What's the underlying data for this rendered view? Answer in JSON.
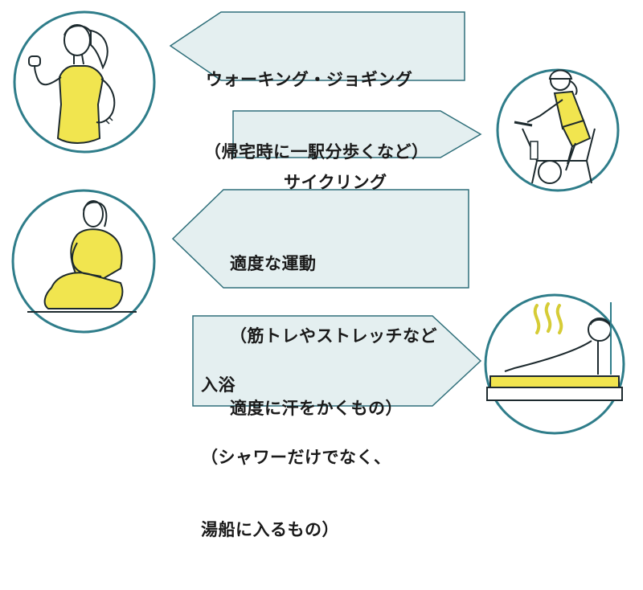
{
  "colors": {
    "panel_fill": "#e4eff0",
    "panel_stroke": "#2f6f7a",
    "circle_stroke": "#2f7d8a",
    "figure_yellow": "#f1e54f",
    "line_dark": "#1d2a2e"
  },
  "icons": [
    "jogging-woman-icon",
    "cycling-woman-icon",
    "stretching-woman-icon",
    "bathing-man-icon"
  ],
  "activities": {
    "walking": {
      "line1": "ウォーキング・ジョギング",
      "line2": "（帰宅時に一駅分歩くなど）"
    },
    "cycling": {
      "line1": "サイクリング"
    },
    "exercise": {
      "line1": "適度な運動",
      "line2": "（筋トレやストレッチなど",
      "line3": "適度に汗をかくもの）"
    },
    "bathing": {
      "line1": "入浴",
      "line2": "（シャワーだけでなく、",
      "line3": "湯船に入るもの）"
    }
  }
}
